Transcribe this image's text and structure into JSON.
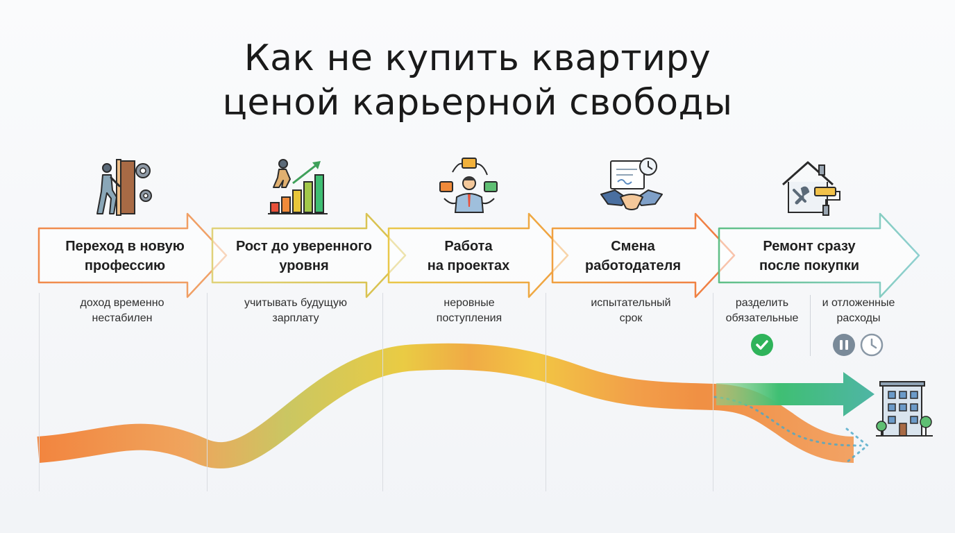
{
  "title": {
    "line1": "Как не купить квартиру",
    "line2": "ценой карьерной свободы"
  },
  "steps": [
    {
      "label_line1": "Переход в новую",
      "label_line2": "профессию",
      "note_line1": "доход временно",
      "note_line2": "нестабилен",
      "icon": "person-exiting-door-icon",
      "arrow_color": "#f08a4b"
    },
    {
      "label_line1": "Рост до уверенного",
      "label_line2": "уровня",
      "note_line1": "учитывать будущую",
      "note_line2": "зарплату",
      "icon": "career-growth-chart-icon",
      "arrow_color": "#d2cf58"
    },
    {
      "label_line1": "Работа",
      "label_line2": "на проектах",
      "note_line1": "неровные",
      "note_line2": "поступления",
      "icon": "freelancer-projects-icon",
      "arrow_color": "#f0a040"
    },
    {
      "label_line1": "Смена",
      "label_line2": "работодателя",
      "note_line1": "испытательный",
      "note_line2": "срок",
      "icon": "handshake-contract-icon",
      "arrow_color": "#f08a4b"
    },
    {
      "label_line1": "Ремонт сразу",
      "label_line2": "после покупки",
      "note_line1": "разделить",
      "note_line2": "обязательные",
      "note2_line1": "и отложенные",
      "note2_line2": "расходы",
      "icon": "house-renovation-icon",
      "arrow_color": "#5fbf86"
    }
  ],
  "status_icons": [
    "check-icon",
    "pause-icon",
    "clock-icon"
  ],
  "destination_icon": "apartment-building-icon",
  "colors": {
    "orange": "#f08a3a",
    "yellow": "#e6c23a",
    "green": "#3fbf73",
    "teal": "#5fbfb0",
    "light_blue": "#a9dde8",
    "check_green": "#2fb35a",
    "pause_gray": "#7a8a99"
  }
}
